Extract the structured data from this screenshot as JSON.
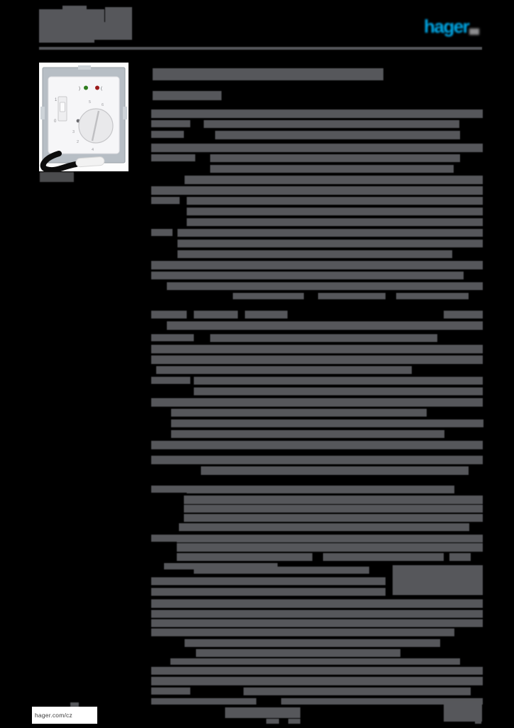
{
  "header": {
    "logo_text": "hager",
    "logo_color": "#00A5E3",
    "rule_color": "#54555A",
    "address_redaction": [
      [
        13,
        55,
        92,
        19
      ],
      [
        8,
        88,
        34,
        7
      ],
      [
        10,
        148,
        38,
        31
      ],
      [
        31,
        55,
        131,
        25
      ],
      [
        55,
        55,
        78,
        5
      ]
    ]
  },
  "product": {
    "photo": {
      "slider_top_label": "1",
      "slider_bottom_label": "0",
      "dial_numbers": [
        "2",
        "3",
        "4",
        "5",
        "6"
      ],
      "led_green_color": "#2F7D1F",
      "led_red_color": "#9B1B1B",
      "plate_color": "#B7BEC5",
      "module_color": "#F6F6F8",
      "knob_color": "#E9E9EB"
    },
    "caption_redaction": [
      [
        242,
        56,
        48,
        14
      ]
    ]
  },
  "content": {
    "bars": [
      [
        96,
        2,
        325,
        17
      ],
      [
        128,
        2,
        97,
        13
      ],
      [
        154,
        0,
        467,
        12
      ],
      [
        169,
        0,
        55,
        10
      ],
      [
        169,
        74,
        360,
        11
      ],
      [
        184,
        0,
        46,
        10
      ],
      [
        184,
        90,
        345,
        12
      ],
      [
        202,
        0,
        467,
        12
      ],
      [
        217,
        0,
        62,
        10
      ],
      [
        217,
        83,
        352,
        11
      ],
      [
        232,
        83,
        343,
        11
      ],
      [
        247,
        47,
        420,
        12
      ],
      [
        262,
        0,
        467,
        12
      ],
      [
        277,
        0,
        40,
        10
      ],
      [
        277,
        50,
        417,
        11
      ],
      [
        292,
        50,
        417,
        11
      ],
      [
        307,
        50,
        417,
        11
      ],
      [
        322,
        0,
        30,
        10
      ],
      [
        322,
        37,
        430,
        11
      ],
      [
        337,
        37,
        430,
        11
      ],
      [
        352,
        37,
        387,
        11
      ],
      [
        367,
        0,
        467,
        12
      ],
      [
        382,
        0,
        440,
        11
      ],
      [
        397,
        22,
        445,
        11
      ],
      [
        412,
        115,
        100,
        9
      ],
      [
        412,
        235,
        95,
        9
      ],
      [
        412,
        345,
        102,
        9
      ],
      [
        437,
        0,
        50,
        11
      ],
      [
        437,
        60,
        62,
        11
      ],
      [
        437,
        132,
        60,
        11
      ],
      [
        437,
        412,
        55,
        11
      ],
      [
        452,
        22,
        445,
        12
      ],
      [
        470,
        0,
        60,
        10
      ],
      [
        470,
        83,
        320,
        11
      ],
      [
        485,
        0,
        467,
        12
      ],
      [
        500,
        0,
        467,
        12
      ],
      [
        515,
        7,
        360,
        11
      ],
      [
        530,
        0,
        55,
        10
      ],
      [
        530,
        60,
        407,
        11
      ],
      [
        545,
        60,
        407,
        11
      ],
      [
        560,
        0,
        467,
        12
      ],
      [
        575,
        28,
        360,
        11
      ],
      [
        590,
        28,
        440,
        11
      ],
      [
        605,
        28,
        385,
        11
      ],
      [
        620,
        0,
        467,
        12
      ],
      [
        641,
        0,
        467,
        12
      ],
      [
        656,
        70,
        377,
        12
      ],
      [
        683,
        0,
        50,
        10
      ],
      [
        683,
        50,
        377,
        11
      ],
      [
        697,
        46,
        421,
        12
      ],
      [
        710,
        46,
        421,
        11
      ],
      [
        723,
        46,
        421,
        11
      ],
      [
        736,
        39,
        409,
        11
      ],
      [
        752,
        0,
        44,
        10
      ],
      [
        752,
        36,
        431,
        11
      ],
      [
        764,
        36,
        431,
        12
      ],
      [
        778,
        36,
        191,
        11
      ],
      [
        778,
        242,
        170,
        11
      ],
      [
        778,
        420,
        30,
        11
      ],
      [
        792,
        18,
        160,
        9
      ],
      [
        797,
        60,
        247,
        10
      ],
      [
        795,
        340,
        127,
        42
      ],
      [
        812,
        0,
        330,
        11
      ],
      [
        827,
        0,
        330,
        11
      ],
      [
        843,
        0,
        467,
        12
      ],
      [
        858,
        0,
        467,
        11
      ],
      [
        871,
        0,
        467,
        11
      ],
      [
        884,
        0,
        427,
        11
      ],
      [
        899,
        47,
        360,
        11
      ],
      [
        913,
        63,
        250,
        11
      ],
      [
        913,
        263,
        88,
        11
      ],
      [
        926,
        27,
        408,
        9
      ],
      [
        938,
        0,
        467,
        11
      ],
      [
        952,
        0,
        467,
        12
      ],
      [
        967,
        0,
        55,
        10
      ],
      [
        967,
        130,
        320,
        11
      ],
      [
        982,
        0,
        148,
        9
      ],
      [
        982,
        183,
        284,
        9
      ]
    ]
  },
  "footer": {
    "site_link": "hager.com/cz",
    "middle_redaction": [
      [
        988,
        99,
        12,
        6
      ],
      [
        995,
        317,
        106,
        15
      ],
      [
        1011,
        375,
        18,
        7
      ],
      [
        1011,
        406,
        17,
        7
      ]
    ],
    "right_redaction": [
      [
        985,
        625,
        54,
        30
      ],
      [
        1013,
        669,
        9,
        5
      ]
    ]
  },
  "colors": {
    "page_background": "#000000",
    "redaction": "#56575B",
    "redaction_dark": "#4B4C4E",
    "footer_box": "#FFFFFF"
  }
}
